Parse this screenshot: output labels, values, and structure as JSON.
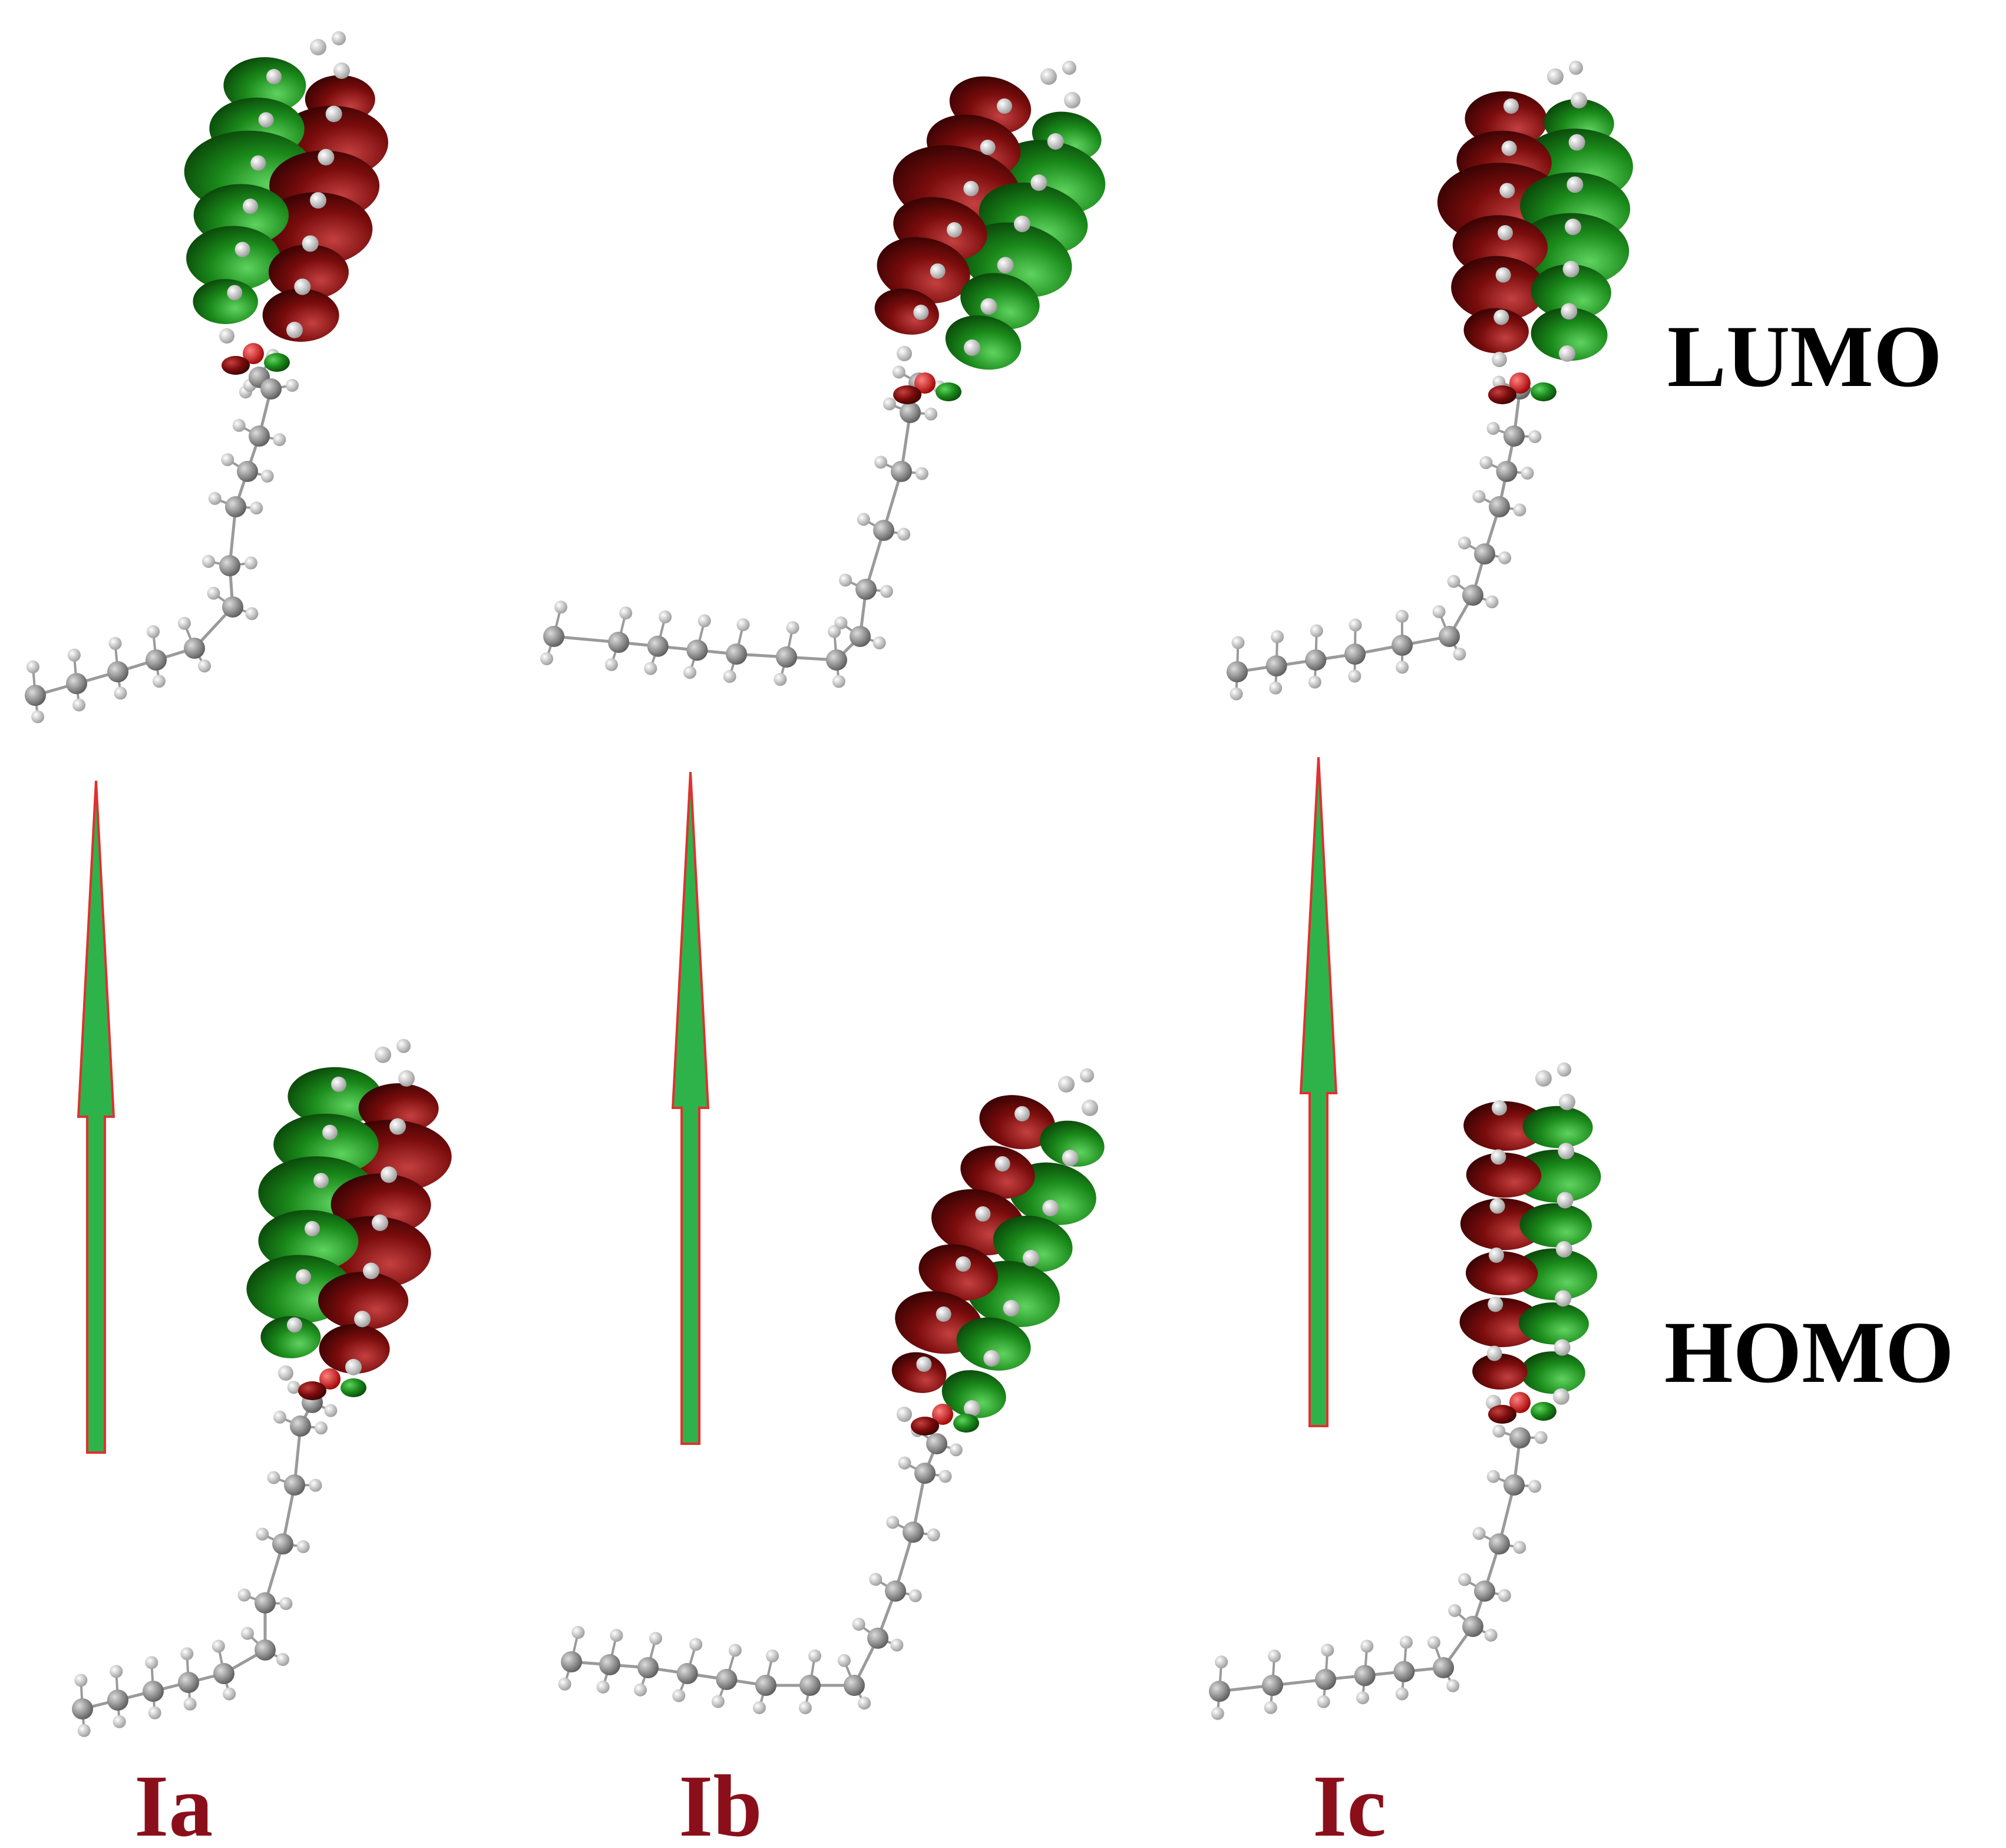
{
  "labels": {
    "lumo": "LUMO",
    "homo": "HOMO"
  },
  "compounds": [
    {
      "id": "ia",
      "label": "Ia"
    },
    {
      "id": "ib",
      "label": "Ib"
    },
    {
      "id": "ic",
      "label": "Ic"
    }
  ],
  "colors": {
    "lobe_positive": "#1a7a1a",
    "lobe_negative": "#7a0c0c",
    "carbon_atom": "#8c8c8c",
    "hydrogen_atom": "#e6e6e6",
    "oxygen_atom": "#e00000",
    "bond": "#9a9a9a",
    "arrow_fill": "#2db34a",
    "arrow_outline": "#e03030",
    "compound_label": "#8b0f1a"
  },
  "icons": {
    "arrow": "energy-transition-arrow-icon",
    "molecule": "molecular-orbital-icon"
  }
}
